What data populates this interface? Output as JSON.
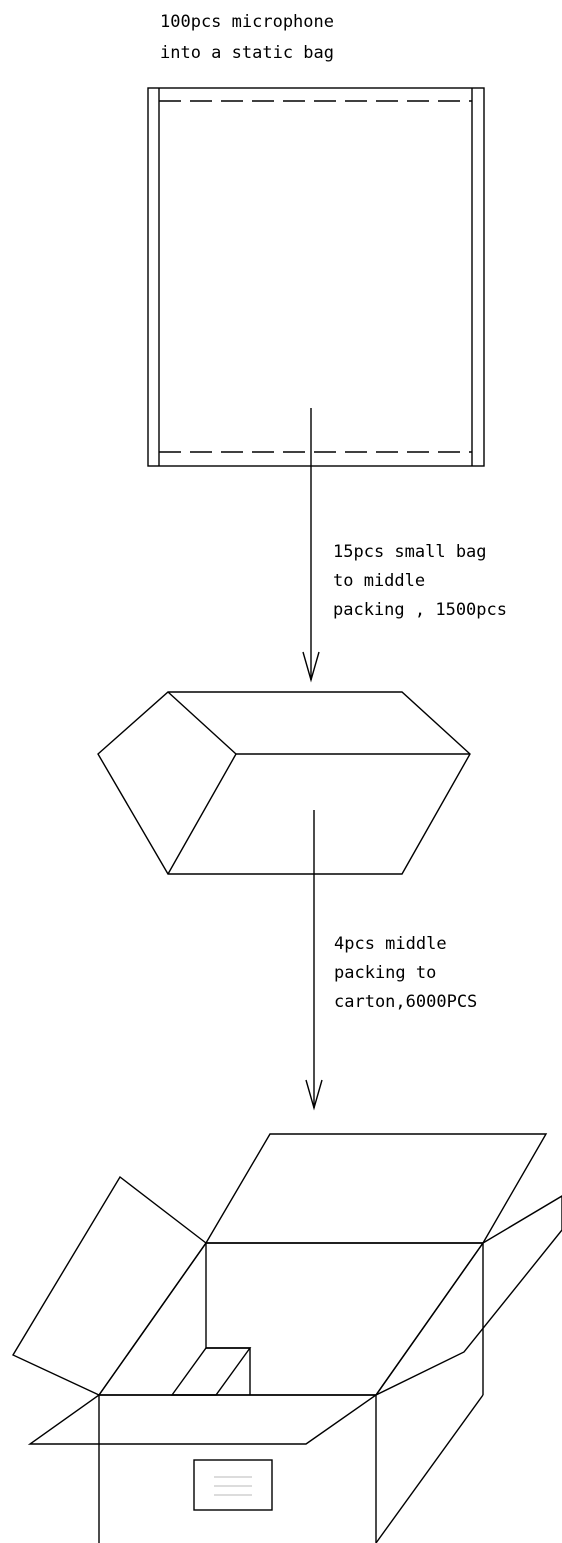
{
  "steps": [
    {
      "lines": [
        "100pcs microphone",
        "into a static bag"
      ]
    },
    {
      "lines": [
        "15pcs  small bag",
        "to  middle",
        "packing , 1500pcs"
      ]
    },
    {
      "lines": [
        "4pcs  middle",
        "packing  to",
        "carton,6000PCS"
      ]
    }
  ]
}
